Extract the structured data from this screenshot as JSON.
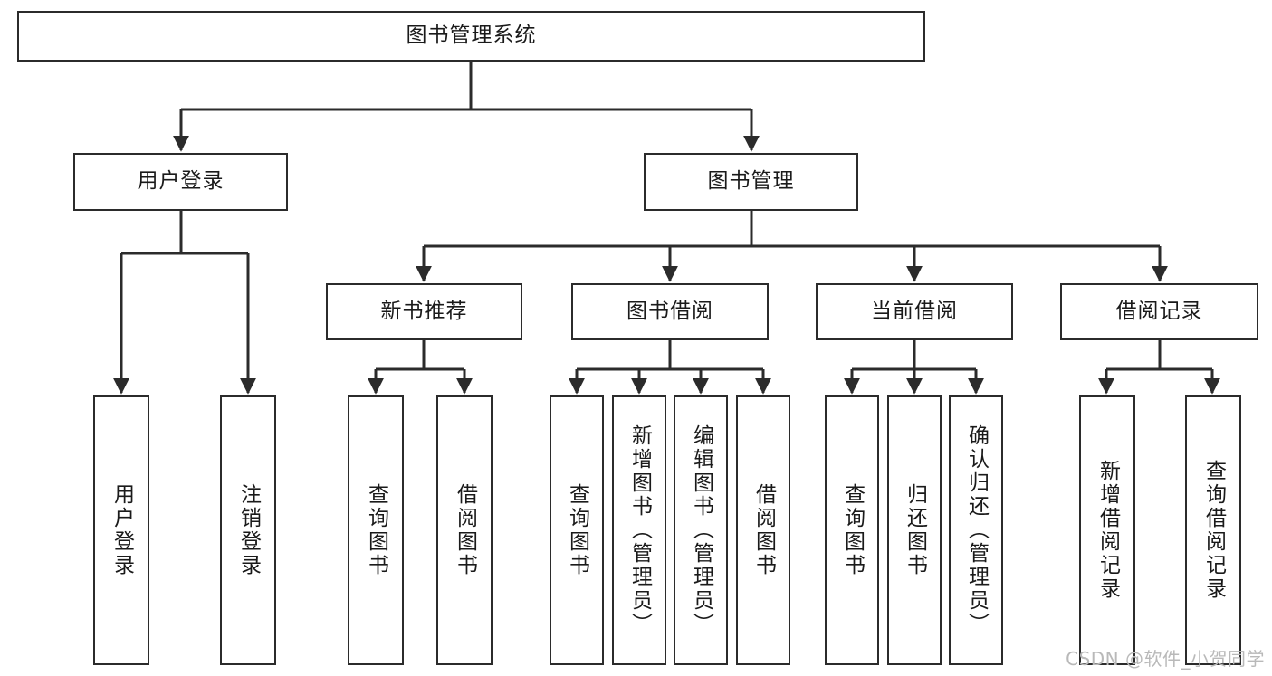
{
  "diagram": {
    "type": "tree-hierarchy",
    "title": "图书管理系统",
    "watermark": "CSDN @软件_小贺同学",
    "colors": {
      "node_border": "#2b2b2b",
      "node_fill": "#ffffff",
      "edge": "#2b2b2b",
      "text": "#1a1a1a",
      "watermark": "#b9b9b9",
      "background": "#ffffff"
    },
    "root": {
      "label": "图书管理系统"
    },
    "level2": [
      {
        "id": "user-login",
        "label": "用户登录"
      },
      {
        "id": "book-manage",
        "label": "图书管理"
      }
    ],
    "level3": [
      {
        "id": "new-book-rec",
        "label": "新书推荐"
      },
      {
        "id": "book-borrow",
        "label": "图书借阅"
      },
      {
        "id": "current-borrow",
        "label": "当前借阅"
      },
      {
        "id": "borrow-record",
        "label": "借阅记录"
      }
    ],
    "leaves": {
      "user-login": [
        {
          "id": "leaf-user-login",
          "label": "用户登录"
        },
        {
          "id": "leaf-logout-login",
          "label": "注销登录"
        }
      ],
      "new-book-rec": [
        {
          "id": "leaf-query-book-1",
          "label": "查询图书"
        },
        {
          "id": "leaf-borrow-book-1",
          "label": "借阅图书"
        }
      ],
      "book-borrow": [
        {
          "id": "leaf-query-book-2",
          "label": "查询图书"
        },
        {
          "id": "leaf-add-book",
          "label": "新增图书（管理员）"
        },
        {
          "id": "leaf-edit-book",
          "label": "编辑图书（管理员）"
        },
        {
          "id": "leaf-borrow-book-2",
          "label": "借阅图书"
        }
      ],
      "current-borrow": [
        {
          "id": "leaf-query-book-3",
          "label": "查询图书"
        },
        {
          "id": "leaf-return-book",
          "label": "归还图书"
        },
        {
          "id": "leaf-confirm-return",
          "label": "确认归还（管理员）"
        }
      ],
      "borrow-record": [
        {
          "id": "leaf-add-record",
          "label": "新增借阅记录"
        },
        {
          "id": "leaf-query-record",
          "label": "查询借阅记录"
        }
      ]
    }
  }
}
